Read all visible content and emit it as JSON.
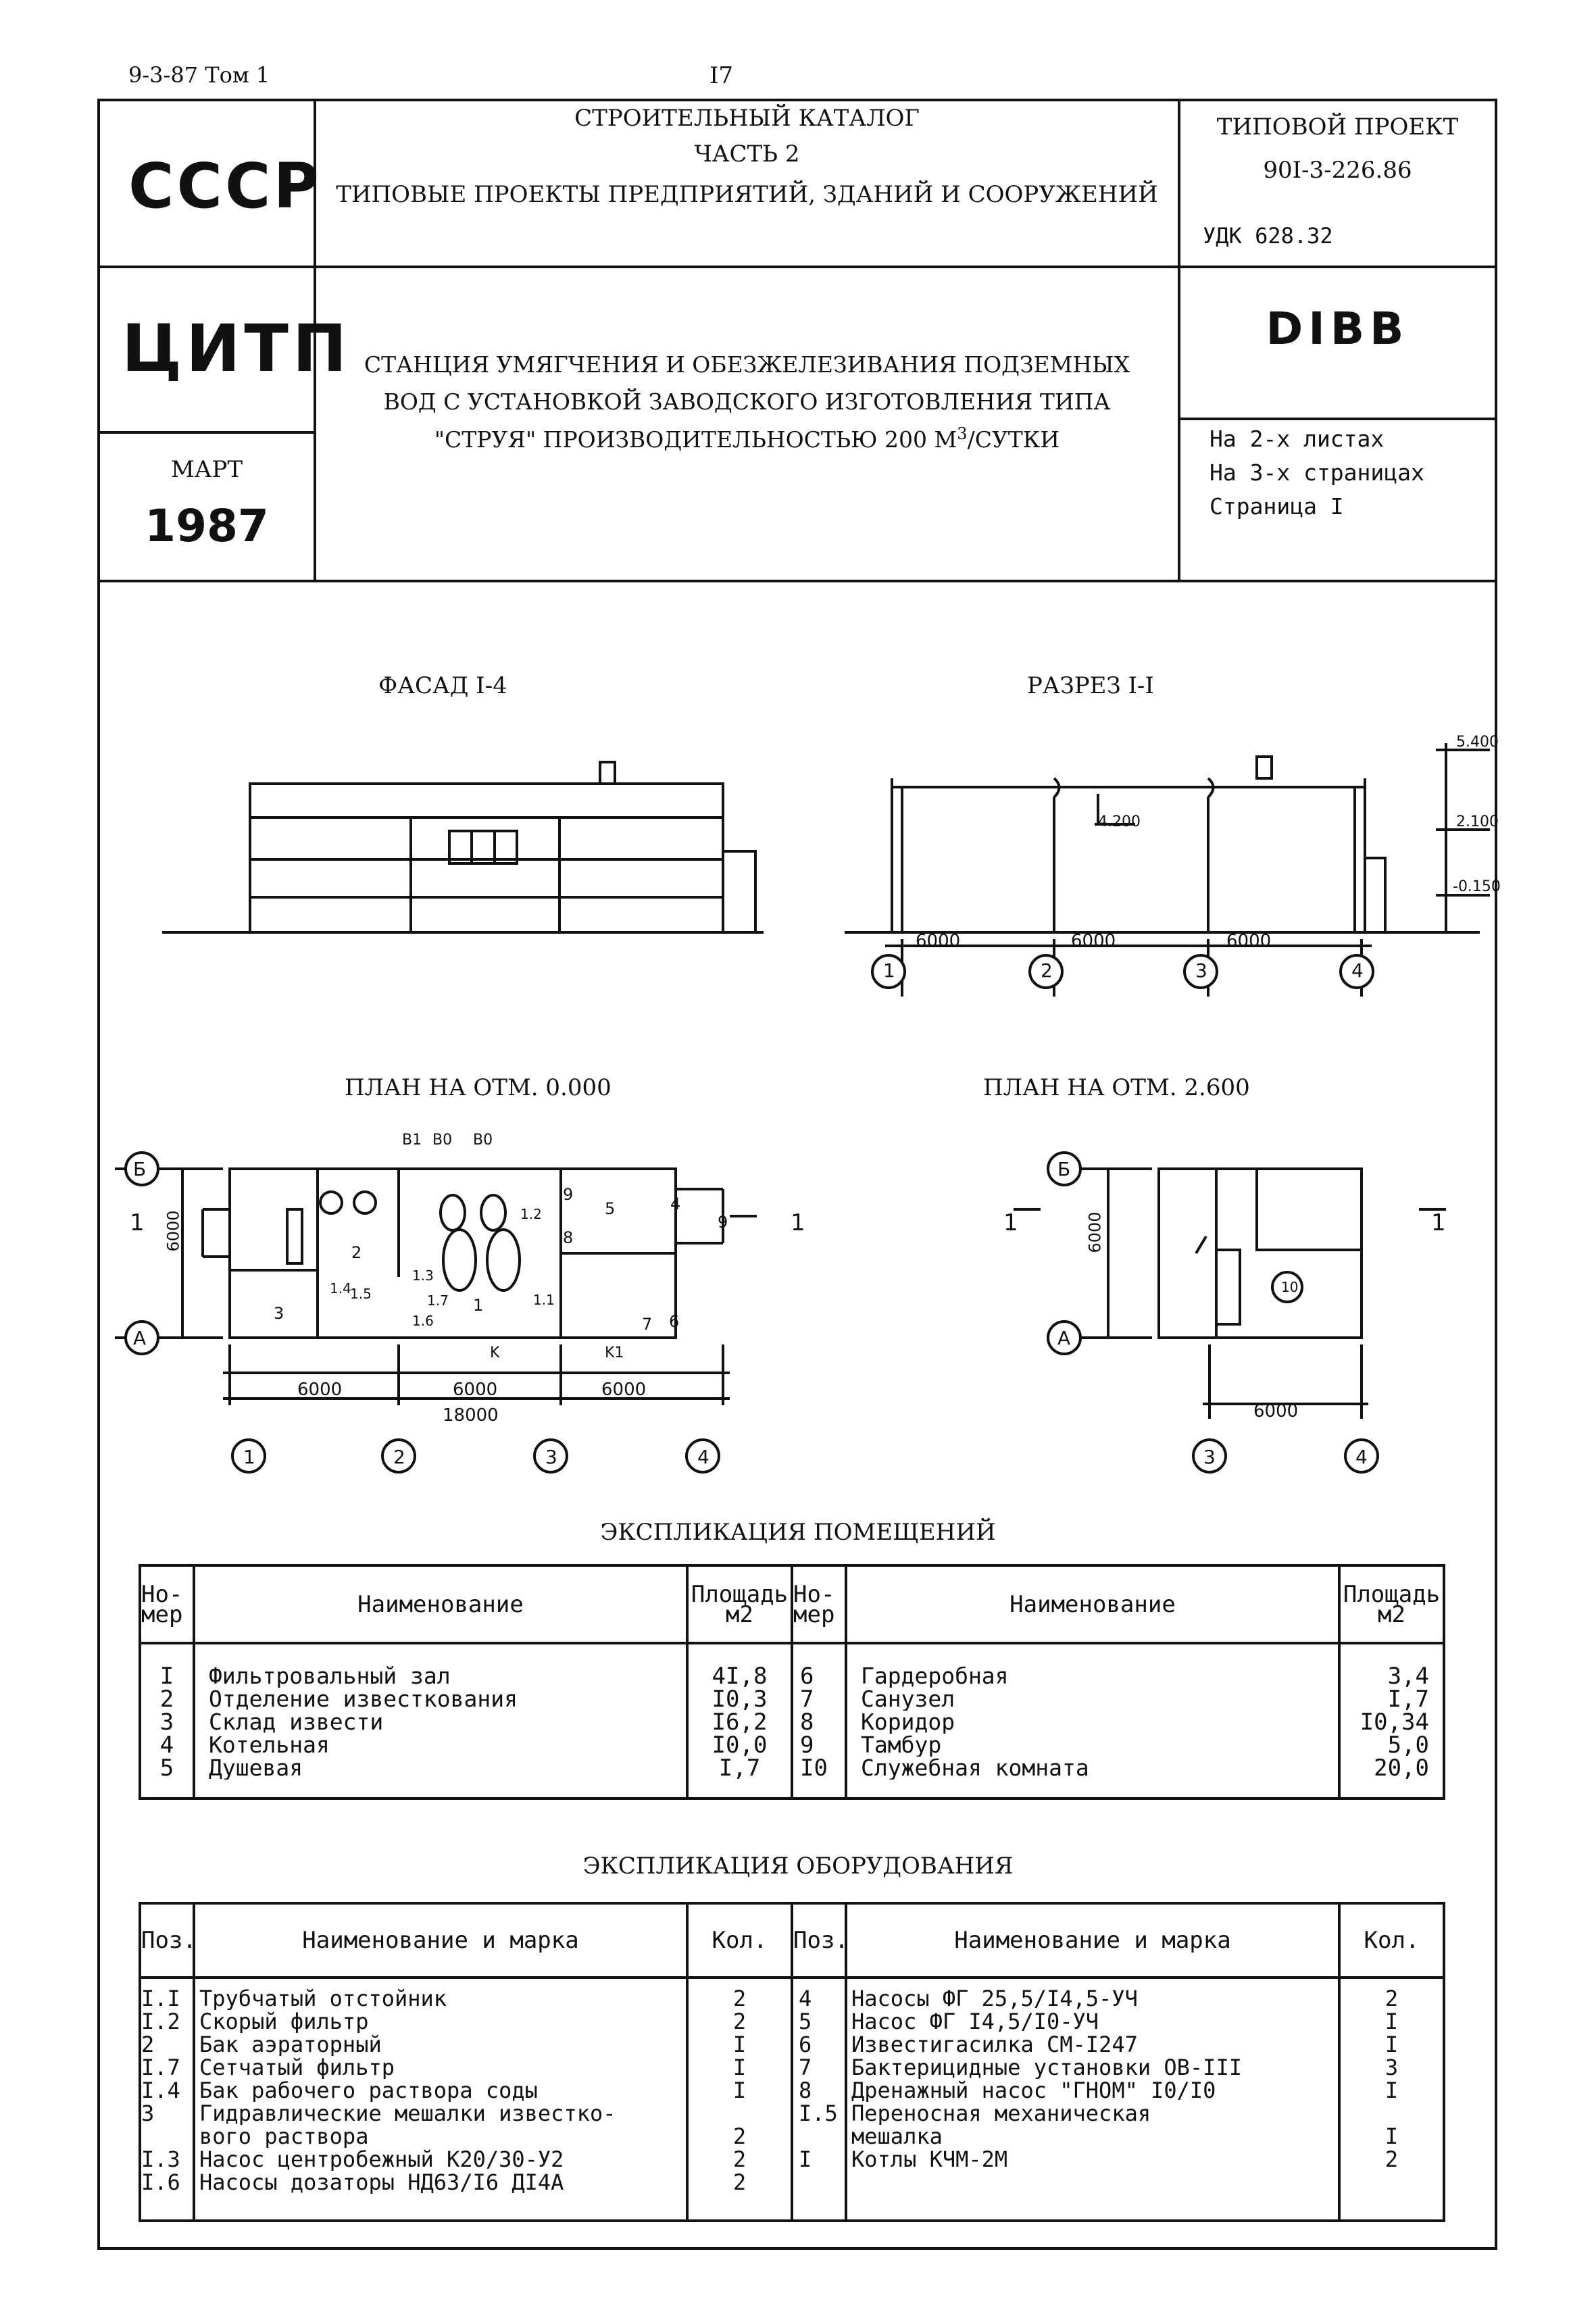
{
  "header": {
    "series": "9-3-87 Том 1",
    "page_number": "I7",
    "country": "СССР",
    "catalog_title": "СТРОИТЕЛЬНЫЙ КАТАЛОГ",
    "catalog_part": "ЧАСТЬ  2",
    "catalog_subtitle": "ТИПОВЫЕ ПРОЕКТЫ ПРЕДПРИЯТИЙ, ЗДАНИЙ И СООРУЖЕНИЙ",
    "project_label": "ТИПОВОЙ ПРОЕКТ",
    "project_number": "90I-3-226.86",
    "udk": "УДК 628.32",
    "publisher": "ЦИТП",
    "month": "МАРТ",
    "year": "1987",
    "project_title_line1": "СТАНЦИЯ УМЯГЧЕНИЯ И ОБЕЗЖЕЛЕЗИВАНИЯ ПОДЗЕМНЫХ",
    "project_title_line2": "ВОД С УСТАНОВКОЙ ЗАВОДСКОГО ИЗГОТОВЛЕНИЯ ТИПА",
    "project_title_line3": "\"СТРУЯ\" ПРОИЗВОДИТЕЛЬНОСТЬЮ 200 М",
    "project_title_sup": "3",
    "project_title_tail": "/СУТКИ",
    "code": "DIBB",
    "sheets": "На 2-х листах",
    "pages": "На 3-х страницах",
    "page": "Страница I"
  },
  "drawings": {
    "facade_title": "ФАСАД I-4",
    "section_title": "РАЗРЕЗ  I-I",
    "plan0_title": "ПЛАН НА ОТМ. 0.000",
    "plan2_title": "ПЛАН НА ОТМ. 2.600",
    "elev_top": "5.400",
    "elev_mid": "2.100",
    "elev_low": "-0.150",
    "elev_inner": "4.200",
    "dim_6000": "6000",
    "dim_18000": "18000",
    "axis_1": "1",
    "axis_2": "2",
    "axis_3": "3",
    "axis_4": "4",
    "axis_a": "А",
    "axis_b": "Б",
    "cut_mark": "1",
    "pipe_b1": "B1",
    "pipe_b0": "B0",
    "pipe_k": "K",
    "pipe_k1": "K1",
    "rooms": [
      "1",
      "2",
      "3",
      "4",
      "5",
      "6",
      "7",
      "8",
      "9",
      "10"
    ],
    "equip": [
      "1.1",
      "1.2",
      "1.3",
      "1.4",
      "1.5",
      "1.6",
      "1.7"
    ]
  },
  "rooms_table": {
    "title": "ЭКСПЛИКАЦИЯ ПОМЕЩЕНИЙ",
    "h_num_1": "Но-",
    "h_num_2": "мер",
    "h_name": "Наименование",
    "h_area_1": "Площадь",
    "h_area_2": "м2",
    "left": [
      {
        "num": "I",
        "name": "Фильтровальный зал",
        "area": "4I,8"
      },
      {
        "num": "2",
        "name": "Отделение известкования",
        "area": "I0,3"
      },
      {
        "num": "3",
        "name": "Склад извести",
        "area": "I6,2"
      },
      {
        "num": "4",
        "name": "Котельная",
        "area": "I0,0"
      },
      {
        "num": "5",
        "name": "Душевая",
        "area": "I,7"
      }
    ],
    "right": [
      {
        "num": "6",
        "name": "Гардеробная",
        "area": "3,4"
      },
      {
        "num": "7",
        "name": "Санузел",
        "area": "I,7"
      },
      {
        "num": "8",
        "name": "Коридор",
        "area": "I0,34"
      },
      {
        "num": "9",
        "name": "Тамбур",
        "area": "5,0"
      },
      {
        "num": "I0",
        "name": "Служебная комната",
        "area": "20,0"
      }
    ]
  },
  "equipment_table": {
    "title": "ЭКСПЛИКАЦИЯ ОБОРУДОВАНИЯ",
    "h_pos": "Поз.",
    "h_name": "Наименование и марка",
    "h_qty": "Кол.",
    "left": [
      {
        "pos": "I.I",
        "name": "Трубчатый отстойник",
        "qty": "2"
      },
      {
        "pos": "I.2",
        "name": "Скорый фильтр",
        "qty": "2"
      },
      {
        "pos": "2",
        "name": "Бак аэраторный",
        "qty": "I"
      },
      {
        "pos": "I.7",
        "name": "Сетчатый фильтр",
        "qty": "I"
      },
      {
        "pos": "I.4",
        "name": "Бак рабочего раствора соды",
        "qty": "I"
      },
      {
        "pos": "3",
        "name": "Гидравлические мешалки известко-",
        "qty": ""
      },
      {
        "pos": "",
        "name": "вого раствора",
        "qty": "2"
      },
      {
        "pos": "I.3",
        "name": "Насос центробежный К20/30-У2",
        "qty": "2"
      },
      {
        "pos": "I.6",
        "name": "Насосы дозаторы НД63/I6 ДI4А",
        "qty": "2"
      }
    ],
    "right": [
      {
        "pos": "4",
        "name": "Насосы ФГ 25,5/I4,5-УЧ",
        "qty": "2"
      },
      {
        "pos": "5",
        "name": "Насос ФГ I4,5/I0-УЧ",
        "qty": "I"
      },
      {
        "pos": "6",
        "name": "Известигасилка СМ-I247",
        "qty": "I"
      },
      {
        "pos": "7",
        "name": "Бактерицидные установки ОВ-III",
        "qty": "3"
      },
      {
        "pos": "8",
        "name": "Дренажный насос \"ГНОМ\" I0/I0",
        "qty": "I"
      },
      {
        "pos": "I.5",
        "name": "Переносная механическая",
        "qty": ""
      },
      {
        "pos": "",
        "name": "мешалка",
        "qty": "I"
      },
      {
        "pos": "I",
        "name": "Котлы КЧМ-2М",
        "qty": "2"
      },
      {
        "pos": "",
        "name": "",
        "qty": ""
      }
    ]
  }
}
